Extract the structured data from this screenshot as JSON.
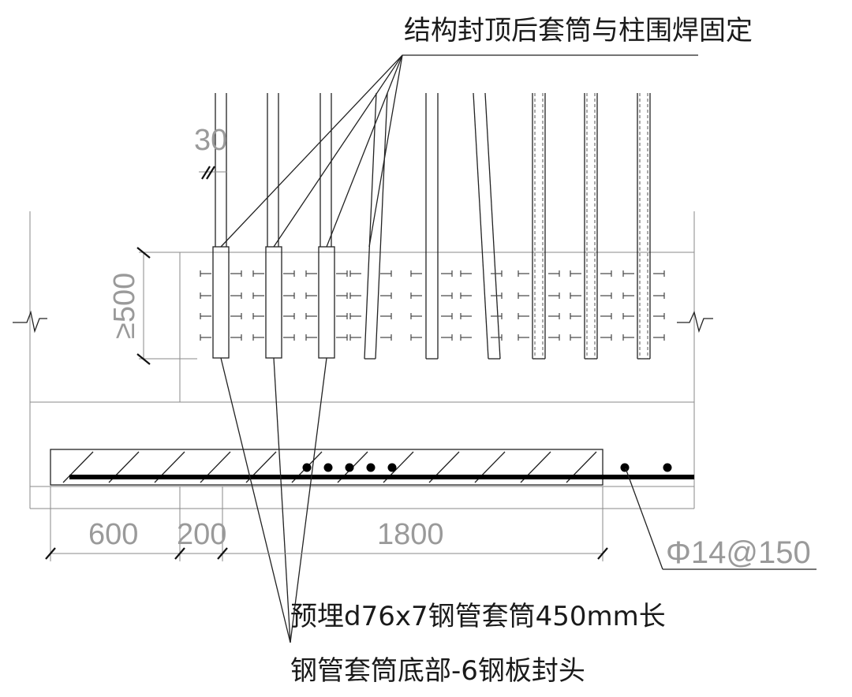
{
  "annotations": {
    "top_label": "结构封顶后套筒与柱围焊固定",
    "bottom_label_1": "预埋d76x7钢管套筒450mm长",
    "bottom_label_2": "钢管套筒底部-6钢板封头",
    "rebar_label": "Φ14@150"
  },
  "dimensions": {
    "sleeve_gap": "30",
    "embed_depth": "≥500",
    "seg_1": "600",
    "seg_2": "200",
    "seg_3": "1800"
  }
}
